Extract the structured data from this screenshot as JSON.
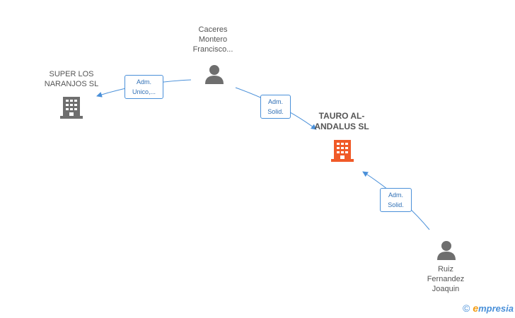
{
  "nodes": {
    "company_super": {
      "label": "SUPER LOS\nNARANJOS SL",
      "icon": "building-icon",
      "color": "#6e6e6e"
    },
    "company_tauro": {
      "label": "TAURO AL-\nANDALUS SL",
      "icon": "building-icon",
      "color": "#f05a28"
    },
    "person_caceres": {
      "label": "Caceres\nMontero\nFrancisco...",
      "icon": "person-icon",
      "color": "#6e6e6e"
    },
    "person_ruiz": {
      "label": "Ruiz\nFernandez\nJoaquin",
      "icon": "person-icon",
      "color": "#6e6e6e"
    }
  },
  "edges": {
    "caceres_to_super": {
      "label": "Adm.\nUnico,..."
    },
    "caceres_to_tauro": {
      "label": "Adm.\nSolid."
    },
    "ruiz_to_tauro": {
      "label": "Adm.\nSolid."
    }
  },
  "colors": {
    "edge": "#4a90d9"
  },
  "footer": {
    "copyright": "©",
    "brand_initial": "e",
    "brand_rest": "mpresia"
  }
}
